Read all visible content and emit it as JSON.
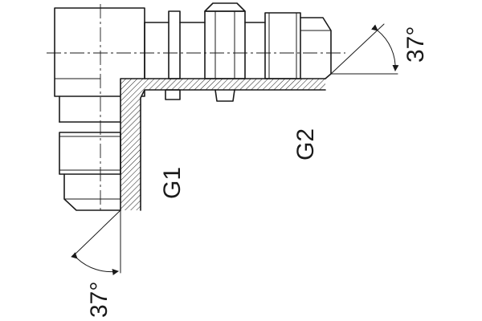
{
  "labels": {
    "port_1": "G1",
    "port_2": "G2",
    "angle_right": "37°",
    "angle_bottom": "37°"
  },
  "colors": {
    "line": "#1a1a1a",
    "background": "#ffffff"
  }
}
